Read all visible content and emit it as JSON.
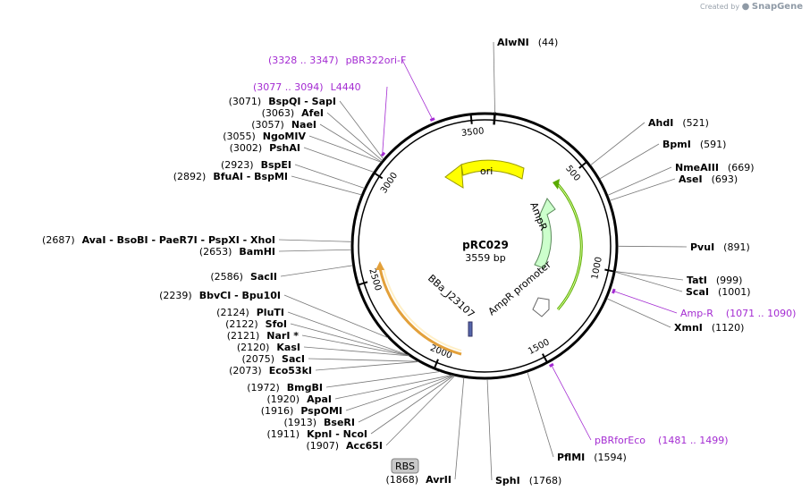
{
  "watermark": {
    "prefix": "Created by",
    "brand": "SnapGene"
  },
  "plasmid": {
    "name": "pRC029",
    "length_label": "3559 bp",
    "length": 3559
  },
  "ticks": [
    {
      "label": "500",
      "pos": 500
    },
    {
      "label": "1000",
      "pos": 1000
    },
    {
      "label": "1500",
      "pos": 1500
    },
    {
      "label": "2000",
      "pos": 2000
    },
    {
      "label": "2500",
      "pos": 2500
    },
    {
      "label": "3000",
      "pos": 3000
    },
    {
      "label": "3500",
      "pos": 3500
    }
  ],
  "sites": [
    {
      "label": "AlwNI",
      "pos_text": "(44)",
      "pos": 44
    },
    {
      "label": "AhdI",
      "pos_text": "(521)",
      "pos": 521
    },
    {
      "label": "BpmI",
      "pos_text": "(591)",
      "pos": 591
    },
    {
      "label": "NmeAIII",
      "pos_text": "(669)",
      "pos": 669
    },
    {
      "label": "AseI",
      "pos_text": "(693)",
      "pos": 693
    },
    {
      "label": "PvuI",
      "pos_text": "(891)",
      "pos": 891
    },
    {
      "label": "TatI",
      "pos_text": "(999)",
      "pos": 999
    },
    {
      "label": "ScaI",
      "pos_text": "(1001)",
      "pos": 1001
    },
    {
      "label": "XmnI",
      "pos_text": "(1120)",
      "pos": 1120
    },
    {
      "label": "PflMI",
      "pos_text": "(1594)",
      "pos": 1594
    },
    {
      "label": "SphI",
      "pos_text": "(1768)",
      "pos": 1768
    },
    {
      "label": "AvrII",
      "pos_text": "(1868)",
      "pos": 1868
    },
    {
      "label": "Acc65I",
      "pos_text": "(1907)",
      "pos": 1907
    },
    {
      "label": "KpnI   -  NcoI",
      "pos_text": "(1911)",
      "pos": 1911
    },
    {
      "label": "BseRI",
      "pos_text": "(1913)",
      "pos": 1913
    },
    {
      "label": "PspOMI",
      "pos_text": "(1916)",
      "pos": 1916
    },
    {
      "label": "ApaI",
      "pos_text": "(1920)",
      "pos": 1920
    },
    {
      "label": "BmgBI",
      "pos_text": "(1972)",
      "pos": 1972
    },
    {
      "label": "Eco53kI",
      "pos_text": "(2073)",
      "pos": 2073
    },
    {
      "label": "SacI",
      "pos_text": "(2075)",
      "pos": 2075
    },
    {
      "label": "KasI",
      "pos_text": "(2120)",
      "pos": 2120
    },
    {
      "label": "NarI *",
      "pos_text": "(2121)",
      "pos": 2121
    },
    {
      "label": "SfoI",
      "pos_text": "(2122)",
      "pos": 2122
    },
    {
      "label": "PluTI",
      "pos_text": "(2124)",
      "pos": 2124
    },
    {
      "label": "BbvCI   -  Bpu10I",
      "pos_text": "(2239)",
      "pos": 2239
    },
    {
      "label": "SacII",
      "pos_text": "(2586)",
      "pos": 2586
    },
    {
      "label": "BamHI",
      "pos_text": "(2653)",
      "pos": 2653
    },
    {
      "label": "AvaI   -  BsoBI   -  PaeR7I   -  PspXI   -  XhoI",
      "pos_text": "(2687)",
      "pos": 2687
    },
    {
      "label": "BfuAI   -  BspMI",
      "pos_text": "(2892)",
      "pos": 2892
    },
    {
      "label": "BspEI",
      "pos_text": "(2923)",
      "pos": 2923
    },
    {
      "label": "PshAI",
      "pos_text": "(3002)",
      "pos": 3002
    },
    {
      "label": "NgoMIV",
      "pos_text": "(3055)",
      "pos": 3055
    },
    {
      "label": "NaeI",
      "pos_text": "(3057)",
      "pos": 3057
    },
    {
      "label": "AfeI",
      "pos_text": "(3063)",
      "pos": 3063
    },
    {
      "label": "BspQI   -  SapI",
      "pos_text": "(3071)",
      "pos": 3071
    }
  ],
  "primers": [
    {
      "label": "pBR322ori-F",
      "range_text": "(3328 .. 3347)",
      "start": 3328,
      "end": 3347
    },
    {
      "label": "L4440",
      "range_text": "(3077 .. 3094)",
      "start": 3077,
      "end": 3094
    },
    {
      "label": "Amp-R",
      "range_text": "(1071 .. 1090)",
      "start": 1071,
      "end": 1090
    },
    {
      "label": "pBRforEco",
      "range_text": "(1481 .. 1499)",
      "start": 1481,
      "end": 1499
    }
  ],
  "features": [
    {
      "label": "ori",
      "color": "#ffff00",
      "stroke": "#9a9a00"
    },
    {
      "label": "AmpR",
      "color": "#ccffcc",
      "stroke": "#5a8a5a"
    },
    {
      "label": "AmpR promoter",
      "color": "#ffffff",
      "stroke": "#666666"
    },
    {
      "label": "BBa_J23107",
      "color": "#5566aa",
      "stroke": "#333366"
    },
    {
      "label": "RBS",
      "color": "#c8c8c8",
      "stroke": "#808080"
    }
  ],
  "colors": {
    "backbone": "#000000",
    "primer": "#a42cd2",
    "orf_green": "#5aaa00",
    "orf_orange": "#e3a03a"
  }
}
